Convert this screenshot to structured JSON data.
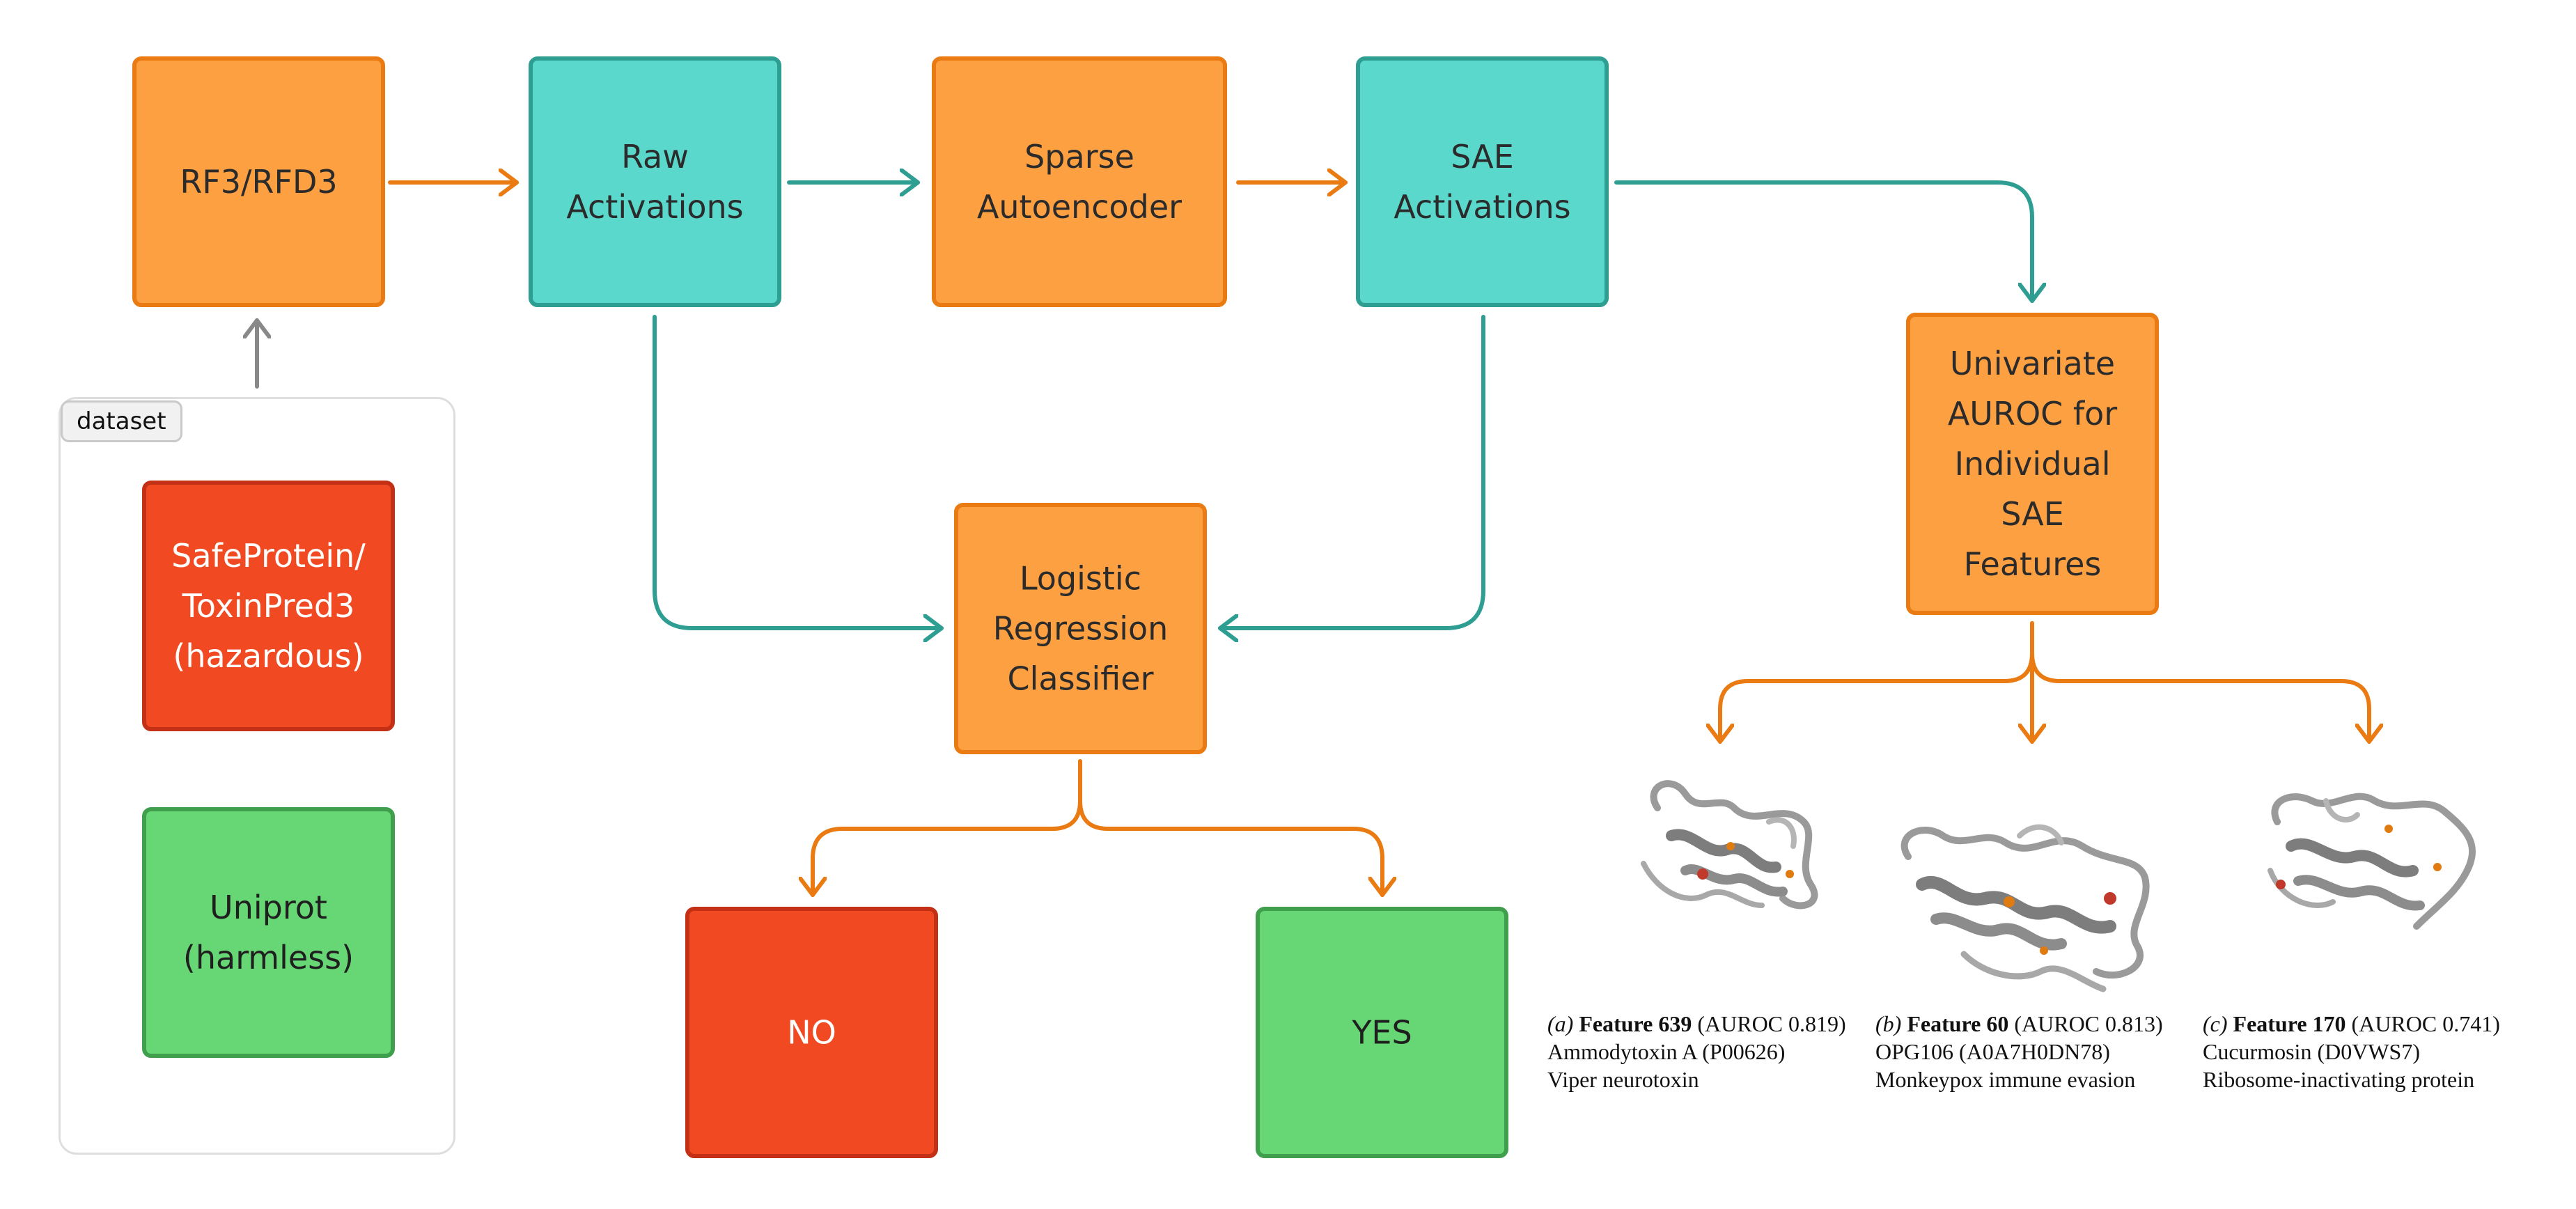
{
  "colors": {
    "orange_fill": "#fda042",
    "orange_stroke": "#ea7a12",
    "teal_fill": "#5ad8cb",
    "teal_stroke": "#2e9e92",
    "red_fill": "#f14a22",
    "red_stroke": "#c33015",
    "green_fill": "#66d774",
    "green_stroke": "#3f9f4d",
    "gray_arrow": "#888888"
  },
  "dataset": {
    "label": "dataset"
  },
  "nodes": [
    {
      "id": "rf3",
      "lines": [
        "RF3/RFD3"
      ],
      "kind": "orange"
    },
    {
      "id": "raw",
      "lines": [
        "Raw",
        "Activations"
      ],
      "kind": "teal"
    },
    {
      "id": "sparse",
      "lines": [
        "Sparse",
        "Autoencoder"
      ],
      "kind": "orange"
    },
    {
      "id": "sae",
      "lines": [
        "SAE",
        "Activations"
      ],
      "kind": "teal"
    },
    {
      "id": "univariate",
      "lines": [
        "Univariate",
        "AUROC for",
        "Individual",
        "SAE",
        "Features"
      ],
      "kind": "orange"
    },
    {
      "id": "logistic",
      "lines": [
        "Logistic",
        "Regression",
        "Classifier"
      ],
      "kind": "orange"
    },
    {
      "id": "safeprotein",
      "lines": [
        "SafeProtein/",
        "ToxinPred3",
        "(hazardous)"
      ],
      "kind": "red"
    },
    {
      "id": "uniprot",
      "lines": [
        "Uniprot",
        "(harmless)"
      ],
      "kind": "green"
    },
    {
      "id": "no",
      "lines": [
        "NO"
      ],
      "kind": "red"
    },
    {
      "id": "yes",
      "lines": [
        "YES"
      ],
      "kind": "green"
    }
  ],
  "captions": [
    {
      "label": "(a)",
      "feature": "Feature 639",
      "auroc": "(AUROC 0.819)",
      "protein": "Ammodytoxin A (P00626)",
      "description": "Viper neurotoxin"
    },
    {
      "label": "(b)",
      "feature": "Feature 60",
      "auroc": "(AUROC 0.813)",
      "protein": "OPG106 (A0A7H0DN78)",
      "description": "Monkeypox immune evasion"
    },
    {
      "label": "(c)",
      "feature": "Feature 170",
      "auroc": "(AUROC 0.741)",
      "protein": "Cucurmosin (D0VWS7)",
      "description": "Ribosome-inactivating protein"
    }
  ]
}
